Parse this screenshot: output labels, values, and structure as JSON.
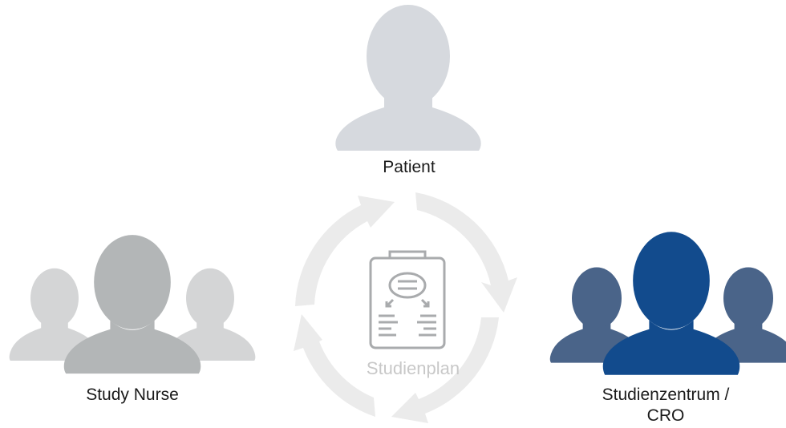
{
  "roles": {
    "patient": "Patient",
    "study_nurse": "Study Nurse",
    "studienzentrum_line1": "Studienzentrum /",
    "studienzentrum_line2": "CRO"
  },
  "center": {
    "label": "Studienplan",
    "icon": "clipboard-icon"
  },
  "colors": {
    "patient": "#d6d9de",
    "nurse_main": "#b3b6b7",
    "nurse_side": "#d4d5d6",
    "zentrum_main": "#124b8d",
    "zentrum_side": "#4a6489",
    "cycle": "#ebebeb",
    "clipboard": "#a9abad"
  }
}
